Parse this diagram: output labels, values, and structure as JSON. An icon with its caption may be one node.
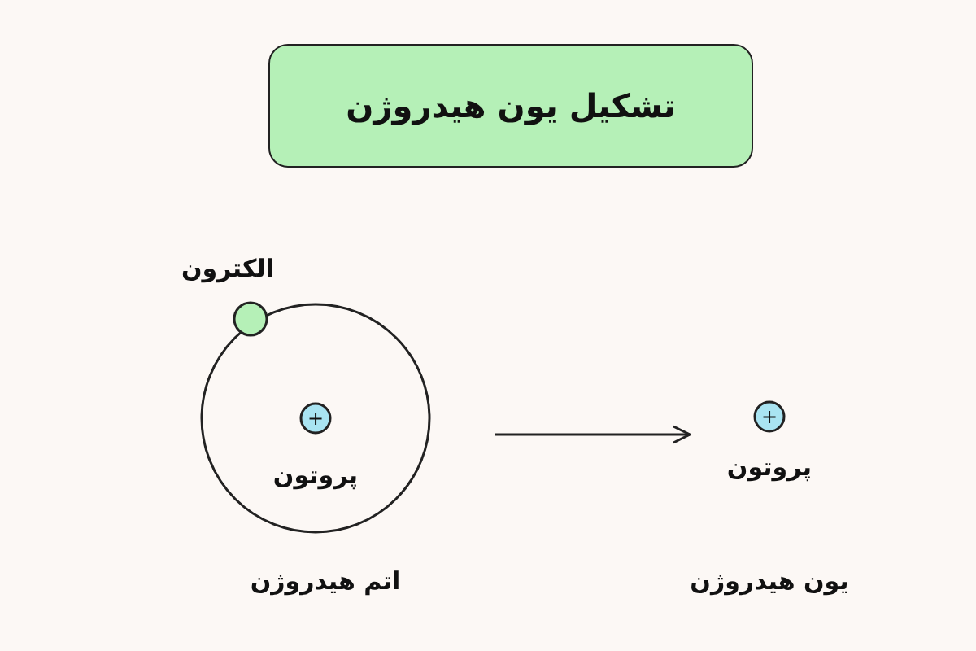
{
  "diagram": {
    "title": "تشکیل یون هیدروژن",
    "nodes": [
      {
        "text": [],
        "shape": "circle",
        "beside": [
          "اتم هیدروژن"
        ]
      },
      {
        "text": [],
        "shape": "circle",
        "beside": [
          "الکترون"
        ]
      },
      {
        "text": [
          "+"
        ],
        "in": 0,
        "beside": [
          "پروتون"
        ]
      },
      {
        "text": [
          "+"
        ],
        "beside": [
          "پروتون"
        ]
      }
    ],
    "edges": [
      {
        "from": 0,
        "to": 3,
        "arrow": "to"
      }
    ],
    "labels": [
      "یون هیدروژن"
    ]
  }
}
